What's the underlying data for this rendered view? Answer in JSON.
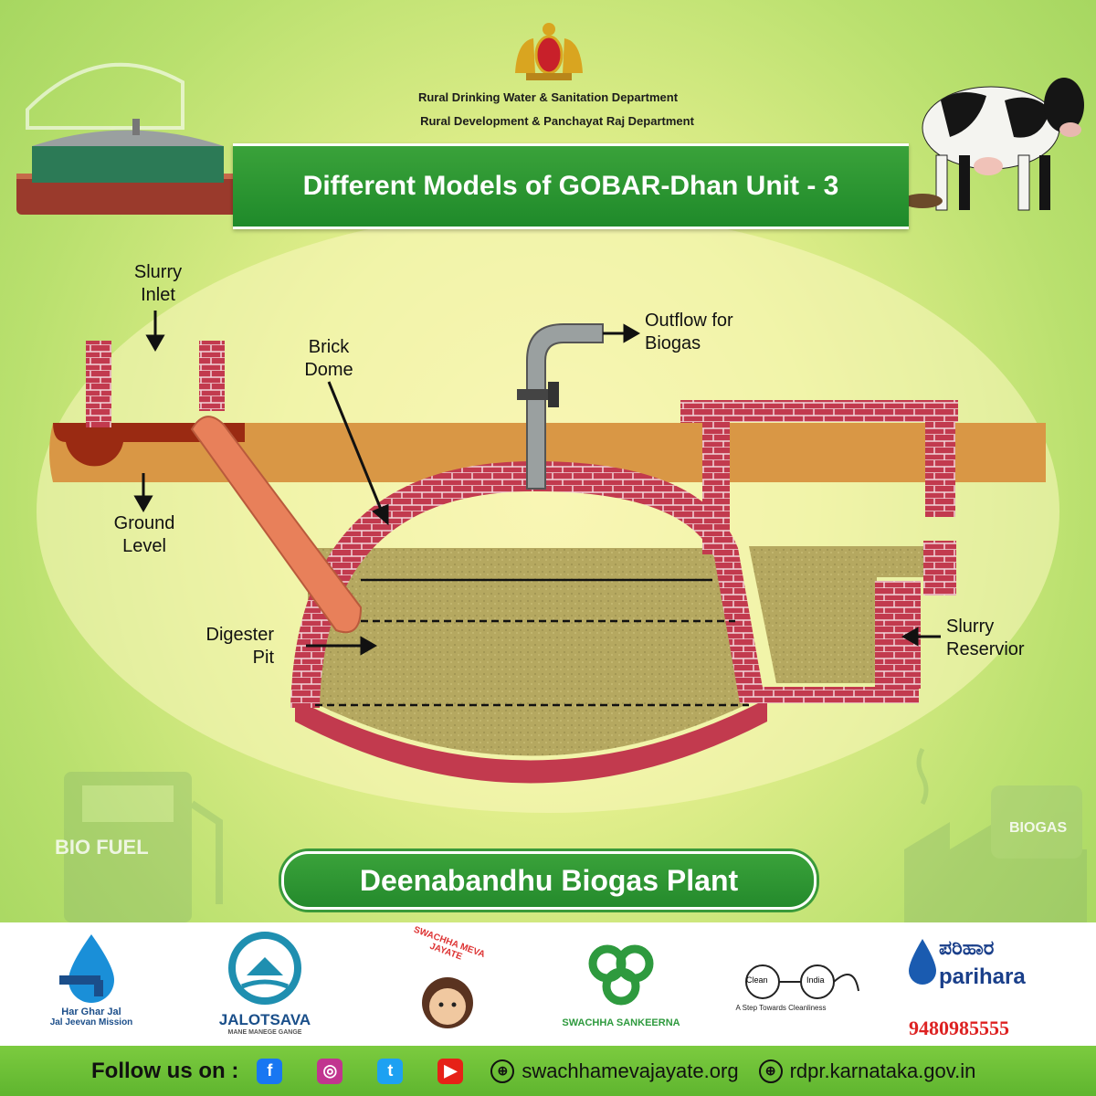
{
  "header": {
    "dept_line_1": "Rural Drinking Water & Sanitation Department",
    "dept_line_2": "Rural Development & Panchayat Raj Department",
    "title": "Different Models of GOBAR-Dhan Unit - 3"
  },
  "diagram": {
    "labels": {
      "slurry_inlet_1": "Slurry",
      "slurry_inlet_2": "Inlet",
      "brick_dome_1": "Brick",
      "brick_dome_2": "Dome",
      "outflow_1": "Outflow for",
      "outflow_2": "Biogas",
      "ground_level_1": "Ground",
      "ground_level_2": "Level",
      "digester_1": "Digester",
      "digester_2": "Pit",
      "reservoir_1": "Slurry",
      "reservoir_2": "Reservior"
    },
    "plant_name": "Deenabandhu Biogas Plant",
    "bg_labels": {
      "bio_fuel": "BIO FUEL",
      "biogas": "BIOGAS"
    }
  },
  "logos": {
    "har_ghar_1": "Har Ghar Jal",
    "har_ghar_2": "Jal Jeevan Mission",
    "jalotsava": "JALOTSAVA",
    "jalotsava_sub": "MANE MANEGE GANGE",
    "swachha_meva": "SWACHHA MEVA JAYATE",
    "swachha_sankeerna": "SWACHHA SANKEERNA",
    "clean_1": "Clean",
    "clean_2": "India",
    "clean_sub": "A Step Towards Cleanliness",
    "parihara_kn": "ಪರಿಹಾರ",
    "parihara": "parihara",
    "parihara_phone": "9480985555"
  },
  "footer": {
    "follow": "Follow us on :",
    "site_1": "swachhamevajayate.org",
    "site_2": "rdpr.karnataka.gov.in"
  },
  "colors": {
    "brick": "#c23a4e",
    "ground": "#d99745",
    "slurry": "#b3a55d",
    "banner_green": "#2e9a34",
    "pipe": "#e8805a"
  }
}
